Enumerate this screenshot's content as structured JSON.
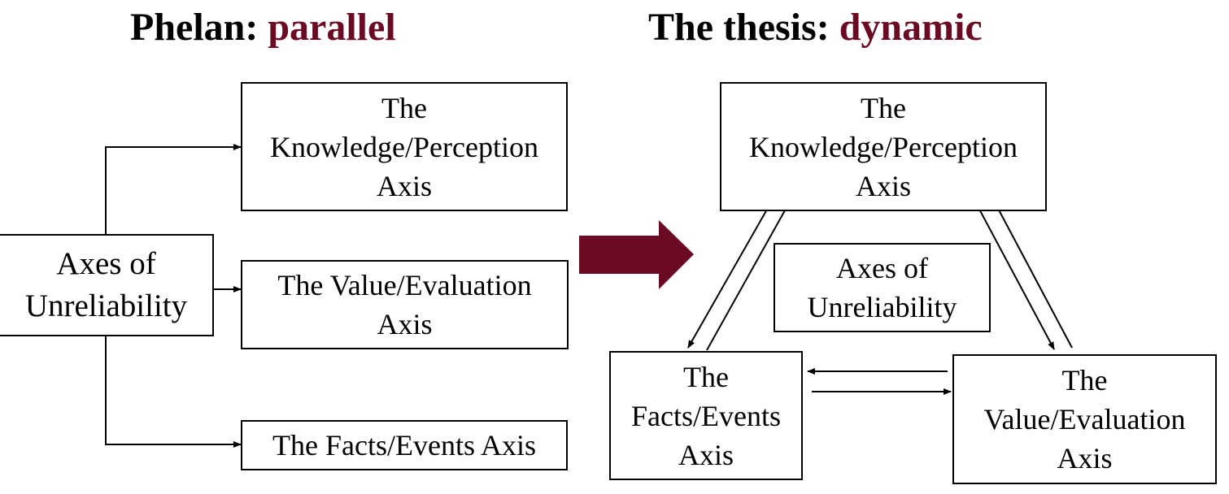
{
  "left_title": {
    "prefix": "Phelan: ",
    "accent": "parallel"
  },
  "right_title": {
    "prefix": "The thesis: ",
    "accent": "dynamic"
  },
  "left": {
    "center": "Axes of\nUnreliability",
    "knowledge": "The\nKnowledge/Perception\nAxis",
    "value": "The Value/Evaluation\nAxis",
    "facts": "The Facts/Events Axis"
  },
  "right": {
    "knowledge": "The\nKnowledge/Perception\nAxis",
    "center": "Axes of\nUnreliability",
    "facts": "The\nFacts/Events\nAxis",
    "value": "The\nValue/Evaluation\nAxis"
  },
  "colors": {
    "accent": "#6b0a23",
    "arrow": "#6b0a23",
    "line": "#000000"
  }
}
